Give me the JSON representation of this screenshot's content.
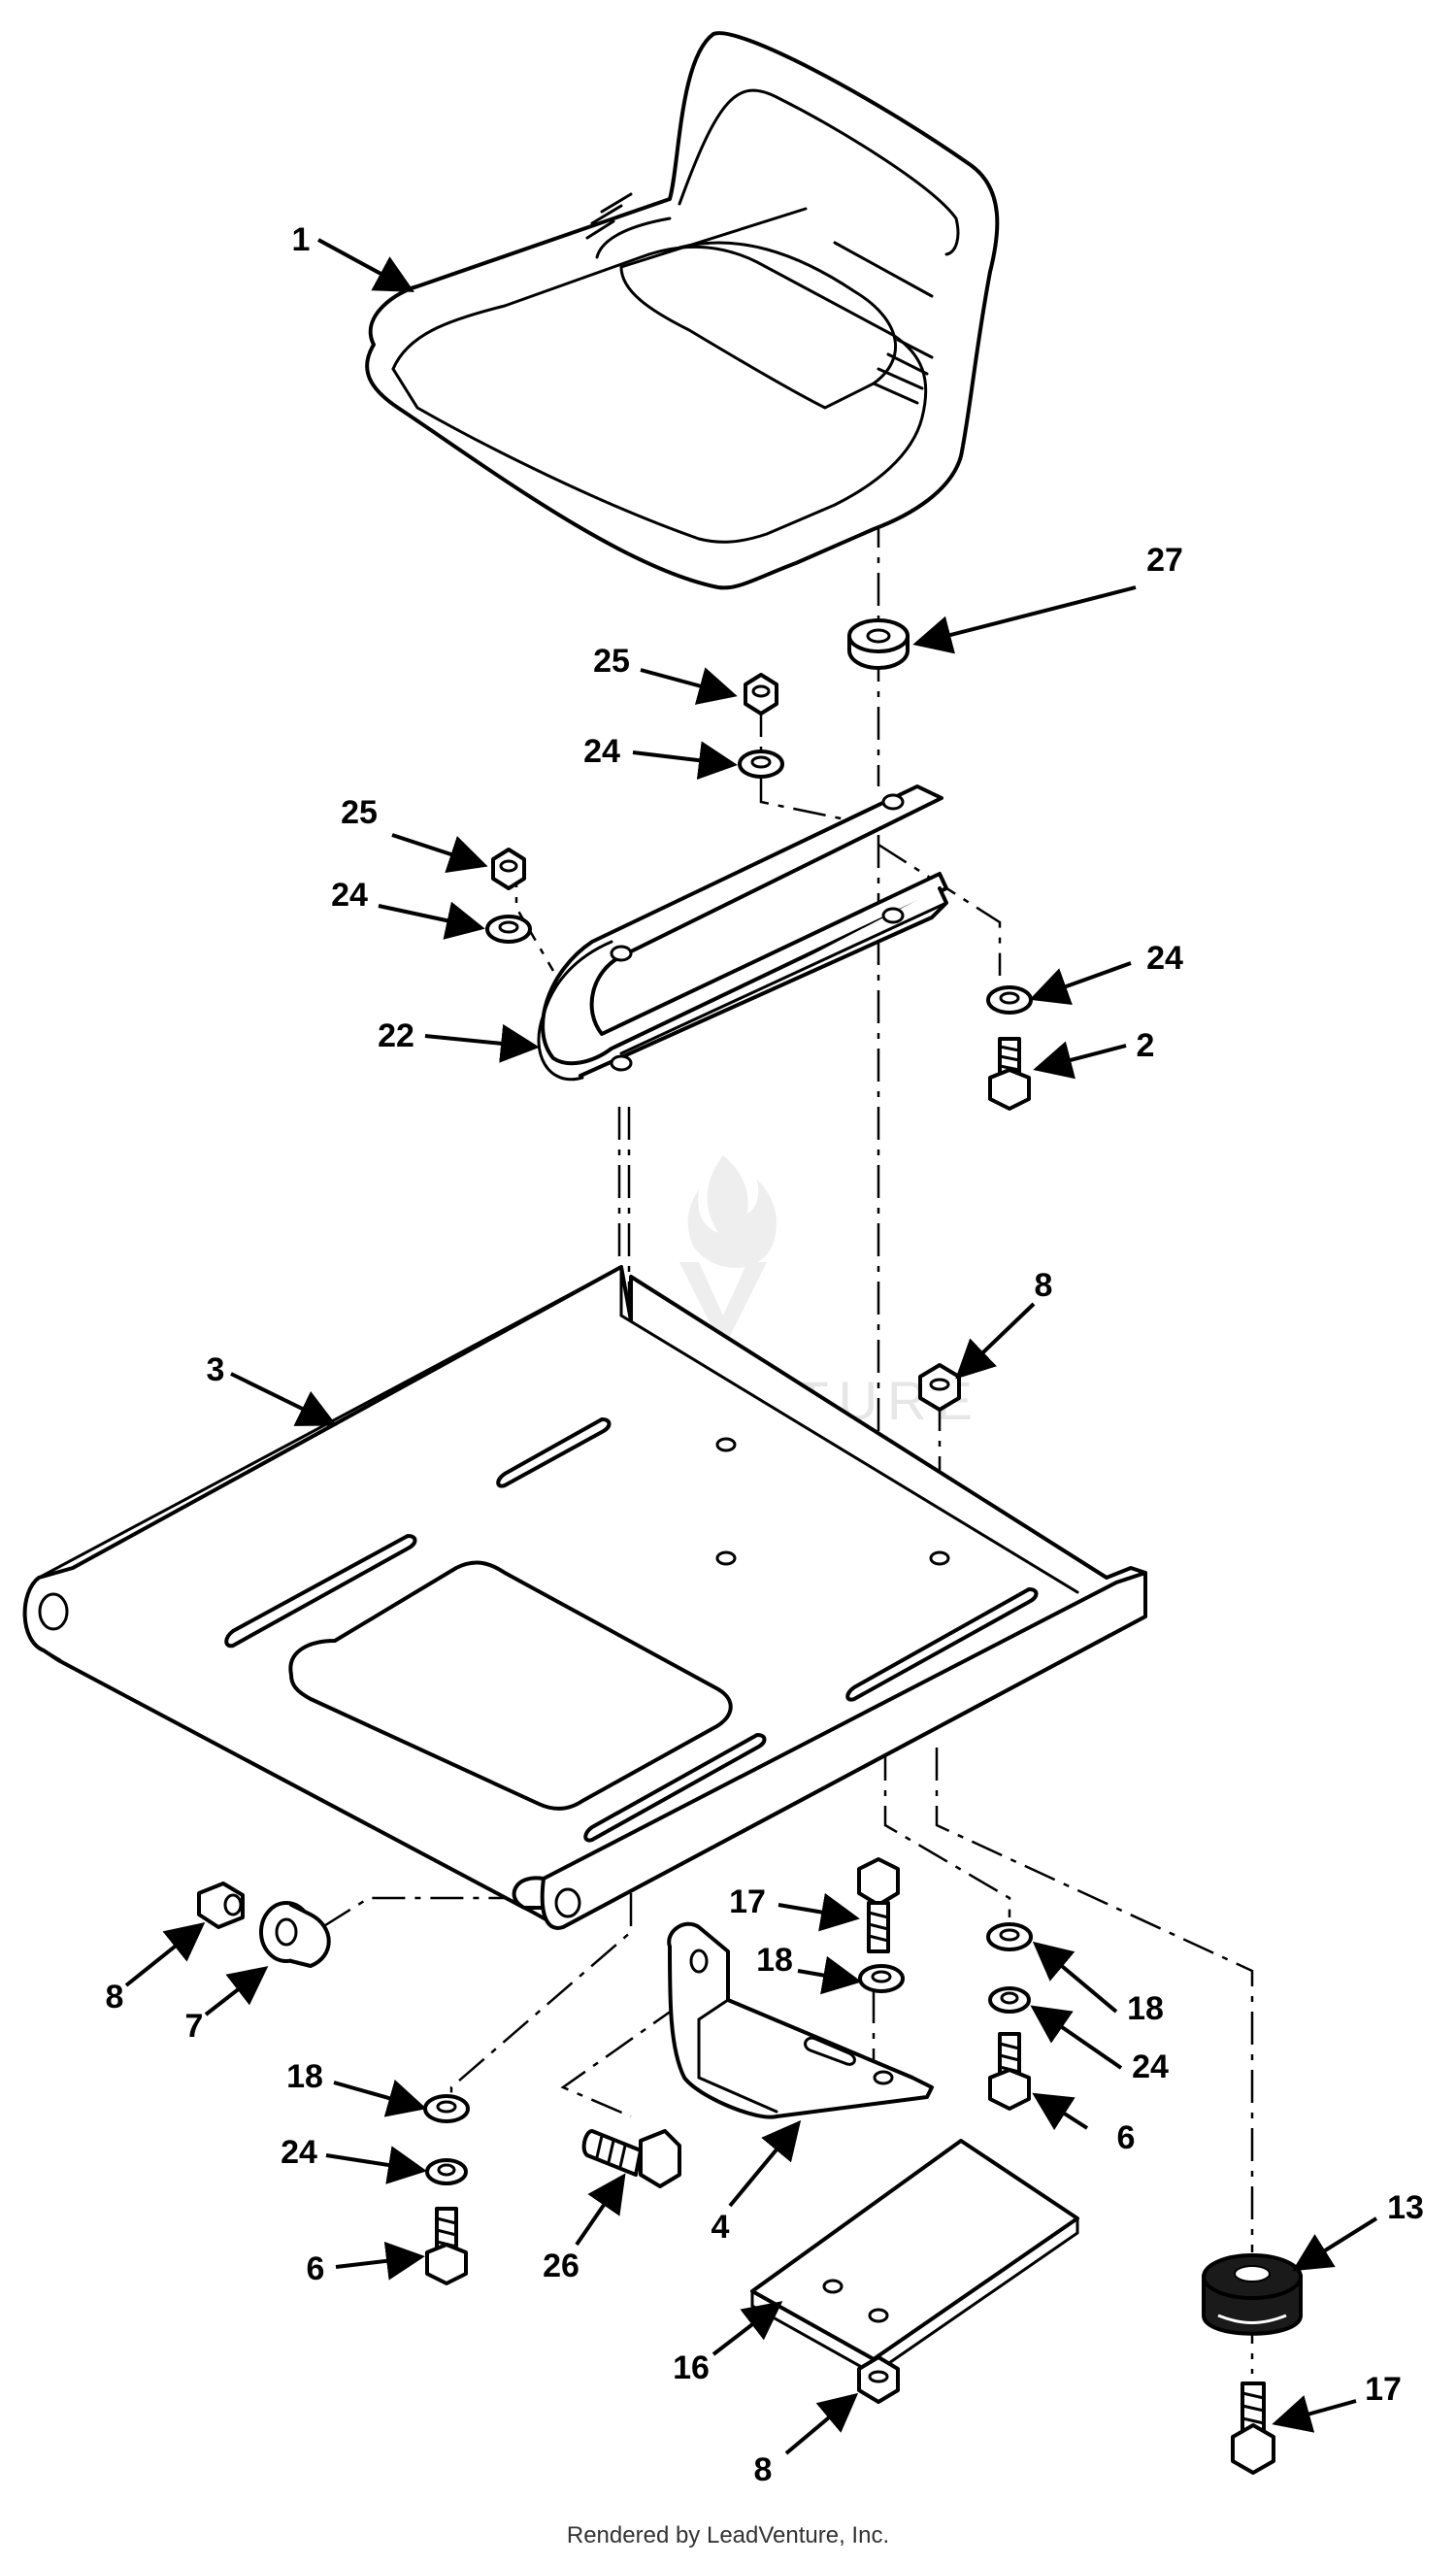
{
  "diagram": {
    "callouts": [
      {
        "label": "1"
      },
      {
        "label": "27"
      },
      {
        "label": "25"
      },
      {
        "label": "24"
      },
      {
        "label": "25"
      },
      {
        "label": "24"
      },
      {
        "label": "24"
      },
      {
        "label": "22"
      },
      {
        "label": "2"
      },
      {
        "label": "8"
      },
      {
        "label": "3"
      },
      {
        "label": "17"
      },
      {
        "label": "18"
      },
      {
        "label": "8"
      },
      {
        "label": "7"
      },
      {
        "label": "18"
      },
      {
        "label": "18"
      },
      {
        "label": "24"
      },
      {
        "label": "24"
      },
      {
        "label": "26"
      },
      {
        "label": "4"
      },
      {
        "label": "6"
      },
      {
        "label": "6"
      },
      {
        "label": "13"
      },
      {
        "label": "16"
      },
      {
        "label": "17"
      },
      {
        "label": "8"
      }
    ],
    "watermark": "LEADVENTURE"
  },
  "footer": {
    "text": "Rendered by LeadVenture, Inc."
  }
}
